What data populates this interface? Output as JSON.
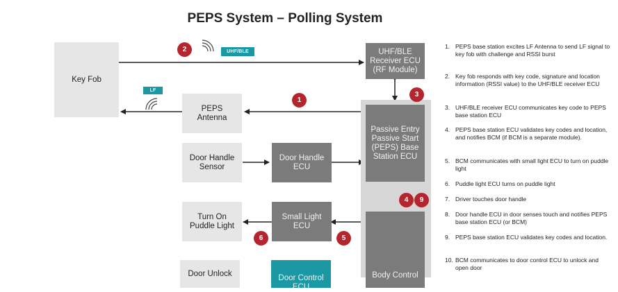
{
  "title": "PEPS System – Polling System",
  "nodes": {
    "key_fob": "Key Fob",
    "peps_antenna": "PEPS\nAntenna",
    "door_handle_sensor": "Door Handle\nSensor",
    "door_handle_ecu": "Door Handle\nECU",
    "turn_on_puddle_light": "Turn On\nPuddle Light",
    "small_light_ecu": "Small Light\nECU",
    "door_unlock": "Door Unlock",
    "door_control_ecu": "Door Control ECU",
    "uhf_ble_receiver": "UHF/BLE\nReceiver ECU\n(RF Module)",
    "peps_base_station": "Passive Entry\nPassive Start\n(PEPS) Base\nStation ECU",
    "body_control": "Body Control"
  },
  "tags": {
    "uhf_ble": "UHF/BLE",
    "lf": "LF"
  },
  "markers": [
    "1",
    "2",
    "3",
    "4",
    "5",
    "6",
    "9"
  ],
  "steps": [
    {
      "n": "1.",
      "text": "PEPS base station excites LF Antenna to send LF signal to key fob with challenge and RSSI burst"
    },
    {
      "n": "2.",
      "text": "Key fob responds with key code, signature and location information (RSSI value) to the UHF/BLE receiver ECU"
    },
    {
      "n": "3.",
      "text": "UHF/BLE receiver ECU communicates key code to PEPS base station ECU"
    },
    {
      "n": "4.",
      "text": "PEPS base station ECU validates key codes and location, and notifies BCM (if BCM is a separate module)."
    },
    {
      "n": "5.",
      "text": "BCM communicates with small light ECU to turn on puddle light"
    },
    {
      "n": "6.",
      "text": "Puddle light ECU turns on puddle light"
    },
    {
      "n": "7.",
      "text": "Driver touches door handle"
    },
    {
      "n": "8.",
      "text": "Door handle ECU in door senses touch and notifies PEPS base station ECU (or BCM)"
    },
    {
      "n": "9.",
      "text": "PEPS base station ECU validates key codes and location."
    },
    {
      "n": "10.",
      "text": "BCM communicates to door control ECU to unlock and open door"
    }
  ],
  "colors": {
    "marker": "#b3262e",
    "accent": "#1c97a4",
    "dark_box": "#7b7b7b",
    "light_box": "#e6e6e6",
    "group": "#d7d7d7"
  }
}
